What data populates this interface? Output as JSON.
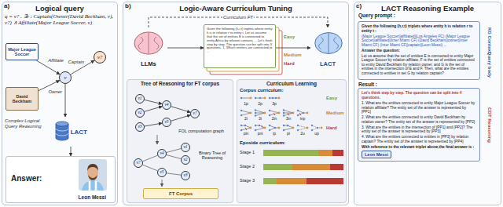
{
  "diagram": {
    "nodes": [
      {
        "text": [
          "Logical query"
        ]
      },
      {
        "text": [
          "Major League Soccer"
        ],
        "in": 0
      },
      {
        "text": [
          "David Beckham"
        ],
        "in": 0
      },
      {
        "text": [
          "v"
        ],
        "in": 0
      },
      {
        "text": [
          "v?"
        ],
        "in": 0
      },
      {
        "text": [
          "LACT"
        ],
        "in": 0
      },
      {
        "text": [
          "Answer:",
          "Leon Messi"
        ],
        "in": 0
      },
      {
        "text": [
          "Logic-Aware Curriculum Tuning"
        ]
      },
      {
        "text": [
          "LLMs"
        ],
        "in": 7
      },
      {
        "text": [
          "Given the following (h,r,t) triplets where entity h is in relation r to entity t. Let us assume that the set of entities E is connected to entity Africa by relation contains ... Let's think step by step. The question can be split into 3 questions. 1. Which entities are connected to ..."
        ],
        "in": 7
      },
      {
        "text": [
          "LACT"
        ],
        "in": 7
      },
      {
        "text": [
          "Tree of Reasoning for FT corpus"
        ],
        "in": 7
      },
      {
        "text": [
          "v1"
        ],
        "in": 11
      },
      {
        "text": [
          "v2"
        ],
        "in": 11
      },
      {
        "text": [
          "v3"
        ],
        "in": 11
      },
      {
        "text": [
          "v4"
        ],
        "in": 11
      },
      {
        "text": [
          "v5"
        ],
        "in": 11
      },
      {
        "text": [
          "v?"
        ],
        "in": 11
      },
      {
        "text": [
          "v?"
        ],
        "in": 11
      },
      {
        "text": [
          "v4"
        ],
        "in": 11
      },
      {
        "text": [
          "v5"
        ],
        "in": 11
      },
      {
        "text": [
          "v1"
        ],
        "in": 11
      },
      {
        "text": [
          "v2"
        ],
        "in": 11
      },
      {
        "text": [
          "v3"
        ],
        "in": 11
      },
      {
        "text": [
          "FT Corpus"
        ],
        "in": 11
      },
      {
        "text": [
          "Curriculum Learning"
        ],
        "in": 7
      },
      {
        "text": [
          "LACT Reasoning Example"
        ]
      },
      {
        "text": [
          "Given the following (h,r,t) triplets where entity h is relation r to entity t :",
          "(Major League Soccer||affiliated||Los Angeles FC) (Major League Soccer||affiliated||Inter Miami CF) (David Beckham||owner||Inter Miami CF) (Inter Miami CF||captain||Leon Messi) ...",
          "Answer the question:",
          "Let us assume that the set of entities E is connected to entity Major League Soccer by relation affiliate, F is the set of entities connected to entity David Beckham by relation owner, and G is the set of entities in the intersection of E and F. Then, what are the entities connected to entities in set G by relation captain?"
        ],
        "in": 26
      },
      {
        "text": [
          "Let's think step by step. The question can be split into 4 questions.",
          "1. What are the entities connected to entity Major League Soccer by relation affiliate? The entity set of the answer is represented by [PP1]",
          "2. What are the entities connected to entity David Beckham by relation owner? The entity set of the answer is represented by [PP2]",
          "3. What are the entities in the intersection of [PP1] and [PP2]? The entity set of the answer is represented by [PP3]",
          "4. What are the entities connected to entities in [PP3] by relation captain? The entity set of the answer is represented by [PP4]",
          "With reference to the relevant triplet above,the final answer is :"
        ],
        "in": 26
      },
      {
        "text": [
          "Leon Messi"
        ],
        "in": 28
      }
    ],
    "edges": [
      {
        "from": 1,
        "to": 3,
        "label": "Affiliate",
        "arrow": "to"
      },
      {
        "from": 2,
        "to": 3,
        "label": "Owner",
        "arrow": "to"
      },
      {
        "from": 3,
        "to": 4,
        "label": "Captain",
        "arrow": "to"
      },
      {
        "from": 3,
        "to": 5,
        "arrow": "to"
      },
      {
        "from": 5,
        "to": 6,
        "arrow": "to"
      },
      {
        "from": 8,
        "to": 9,
        "arrow": "to"
      },
      {
        "from": 9,
        "to": 10,
        "arrow": "to"
      },
      {
        "from": 8,
        "to": 10,
        "label": "Curriculum FT",
        "arrow": "to"
      },
      {
        "from": 12,
        "to": 15,
        "arrow": "to"
      },
      {
        "from": 13,
        "to": 15,
        "arrow": "to"
      },
      {
        "from": 14,
        "to": 16,
        "arrow": "to"
      },
      {
        "from": 15,
        "to": 17,
        "arrow": "to"
      },
      {
        "from": 16,
        "to": 17,
        "arrow": "to"
      },
      {
        "from": 18,
        "to": 19,
        "arrow": "none"
      },
      {
        "from": 18,
        "to": 20,
        "arrow": "none"
      },
      {
        "from": 19,
        "to": 21,
        "arrow": "none"
      },
      {
        "from": 19,
        "to": 22,
        "arrow": "none"
      },
      {
        "from": 20,
        "to": 23,
        "arrow": "none"
      }
    ],
    "labels": [
      "a)",
      "q = v? . ∃v : Captain(Owner(David Beckham, v), v?) ∧ Affiliate(Major League Soccer, v)",
      "Complex Logical Query Reasoning",
      "b)",
      "Easy",
      "Medium",
      "Hard",
      "FOL computation graph",
      "Binary Tree of Reasoning",
      "Corpus curriculum:",
      "1p",
      "2p",
      "3p",
      "Easy",
      "2i",
      "3i",
      "2in",
      "3in",
      "inp",
      "Medium",
      "pin",
      "pni",
      "ip",
      "pi",
      "2u",
      "up",
      "Hard",
      "Eposide curriculum:",
      "Stage 1",
      "Stage 2",
      "Stage 3",
      "c)",
      "Query prompt :",
      "KG Context",
      "Query body",
      "Result :",
      "COT Reasoning"
    ]
  }
}
